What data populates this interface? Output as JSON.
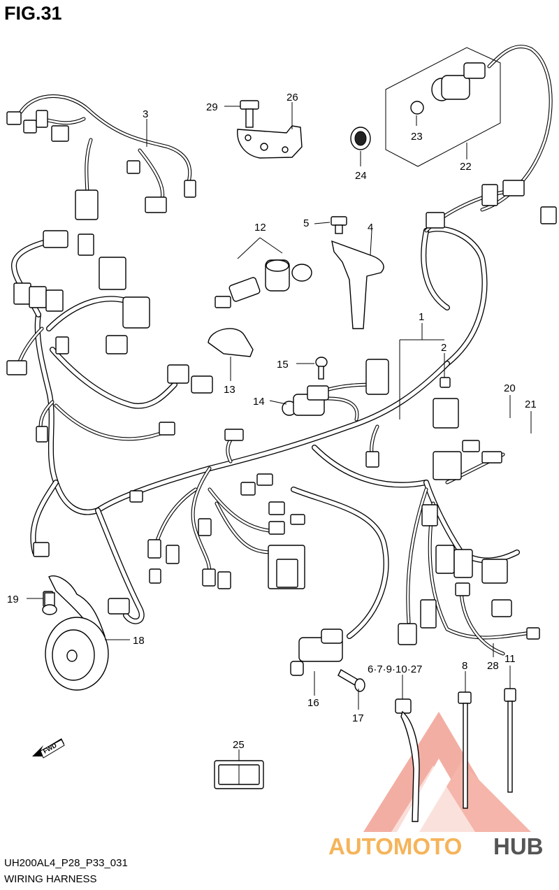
{
  "figure": {
    "title": "FIG.31"
  },
  "footer": {
    "code": "UH200AL4_P28_P33_031",
    "name": "WIRING HARNESS"
  },
  "callouts": {
    "c1": "1",
    "c2": "2",
    "c3": "3",
    "c4": "4",
    "c5": "5",
    "c11": "11",
    "c12": "12",
    "c13": "13",
    "c14": "14",
    "c15": "15",
    "c16": "16",
    "c17": "17",
    "c18": "18",
    "c19": "19",
    "c20": "20",
    "c21": "21",
    "c22": "22",
    "c23": "23",
    "c24": "24",
    "c25": "25",
    "c26": "26",
    "c28": "28",
    "c29": "29",
    "c8": "8",
    "c_group": "6·7·9·10·27"
  },
  "fwd_arrow": {
    "label": "FWD"
  },
  "watermark": {
    "part1": "AUTOMOTO",
    "part2": "HUB",
    "color_primary": "#f08a7a",
    "color_secondary": "#f5b45a",
    "color_hub": "#555555"
  }
}
